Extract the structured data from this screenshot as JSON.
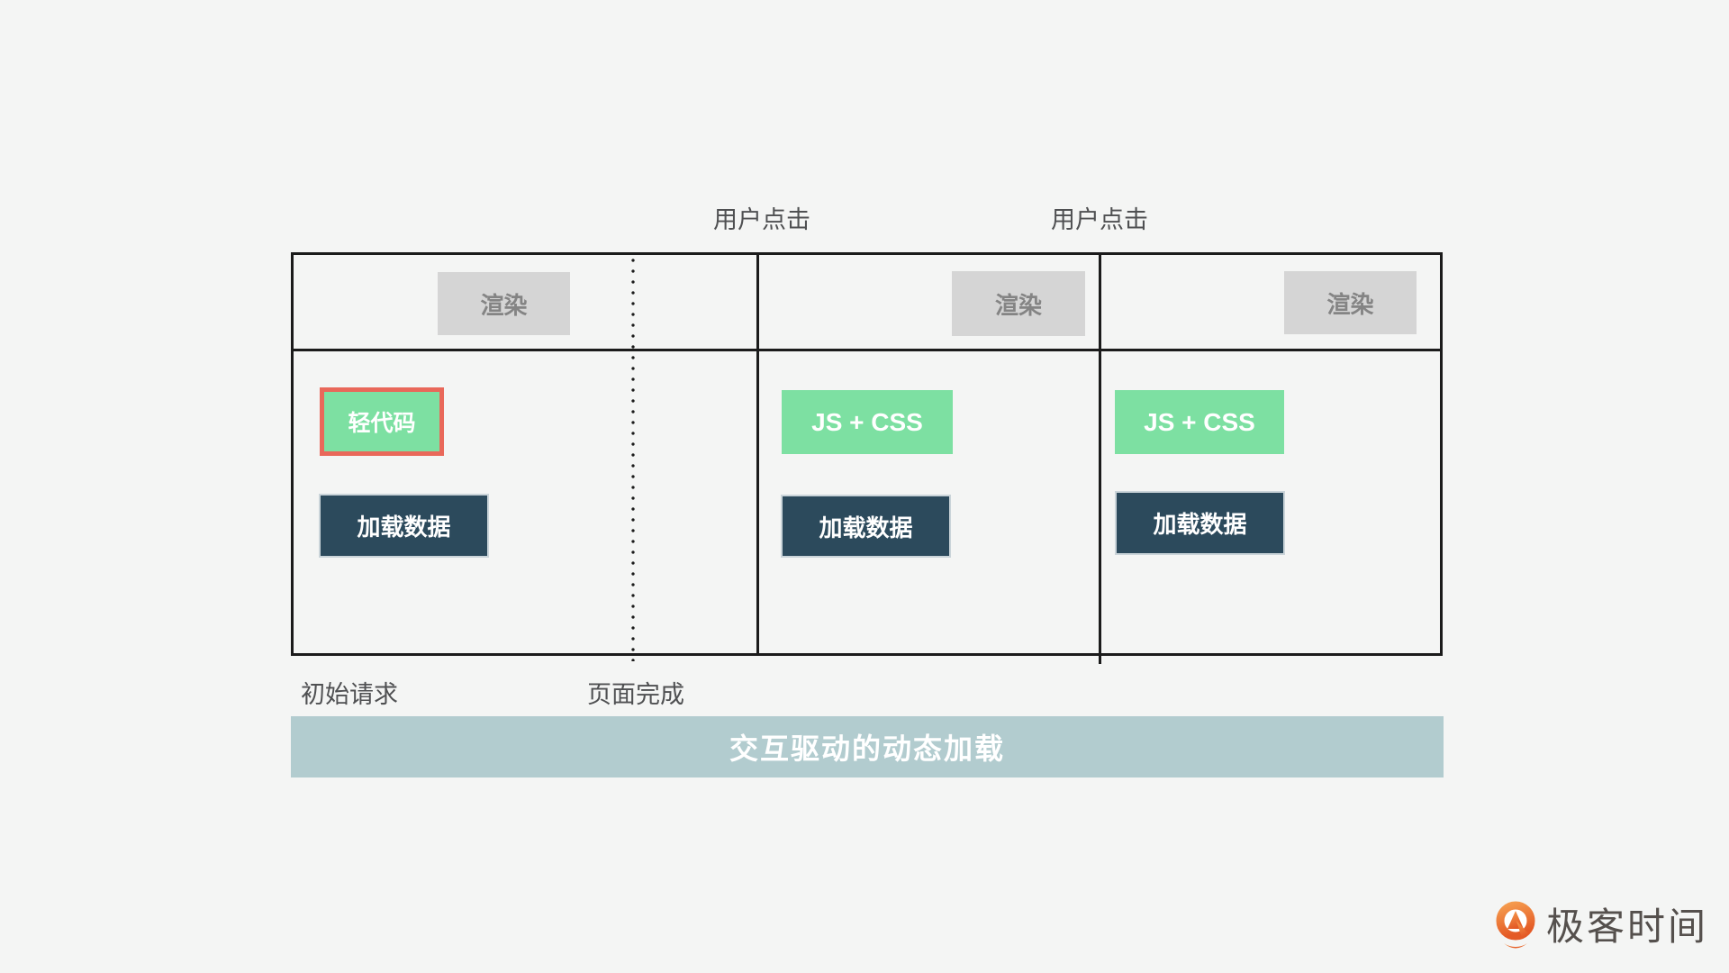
{
  "diagram": {
    "user_click_1": "用户点击",
    "user_click_2": "用户点击",
    "col1": {
      "render": "渲染",
      "code": "轻代码",
      "data": "加载数据"
    },
    "col2": {
      "render": "渲染",
      "code": "JS + CSS",
      "data": "加载数据"
    },
    "col3": {
      "render": "渲染",
      "code": "JS + CSS",
      "data": "加载数据"
    },
    "initial_request": "初始请求",
    "page_complete": "页面完成",
    "banner": "交互驱动的动态加载"
  },
  "branding": {
    "logo_text": "极客时间"
  },
  "colors": {
    "bg": "#f4f5f4",
    "line": "#1b1b1b",
    "green": "#7de0a2",
    "dark": "#2c4a5c",
    "gray_box": "#d5d5d5",
    "gray_box_text": "#848484",
    "red": "#e9685a",
    "banner": "#b2cccf",
    "label": "#4f5052",
    "logo_orange": "#ed6c2d",
    "logo_text": "#55504d"
  }
}
